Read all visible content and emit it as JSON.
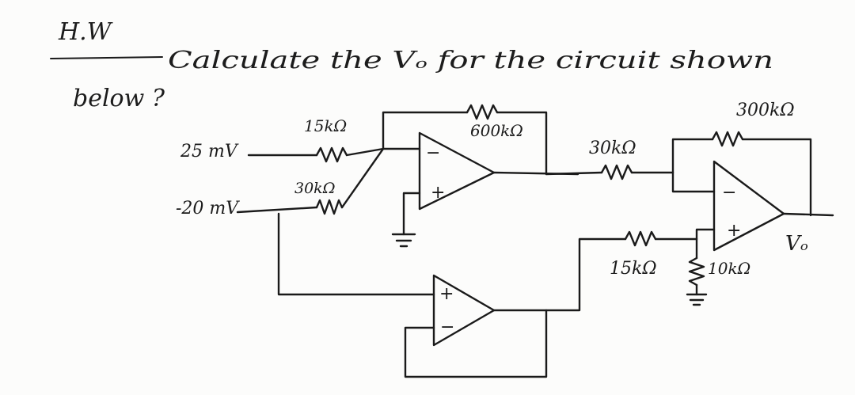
{
  "problem": {
    "heading": "H.W",
    "line1": "Calculate the Vₒ for the circuit shown",
    "line2": "below ?"
  },
  "inputs": {
    "v1": "25 mV",
    "v2": "-20 mV"
  },
  "resistors": {
    "r_in1": "15kΩ",
    "r_in2": "30kΩ",
    "r_f1": "600kΩ",
    "r_mid": "30kΩ",
    "r_f3": "300kΩ",
    "r_lower": "15kΩ",
    "r_ground": "10kΩ"
  },
  "output_label": "Vₒ",
  "opamp_signs": {
    "minus": "−",
    "plus": "+"
  },
  "colors": {
    "ink": "#1a1a1a",
    "paper": "#fcfcfb"
  }
}
